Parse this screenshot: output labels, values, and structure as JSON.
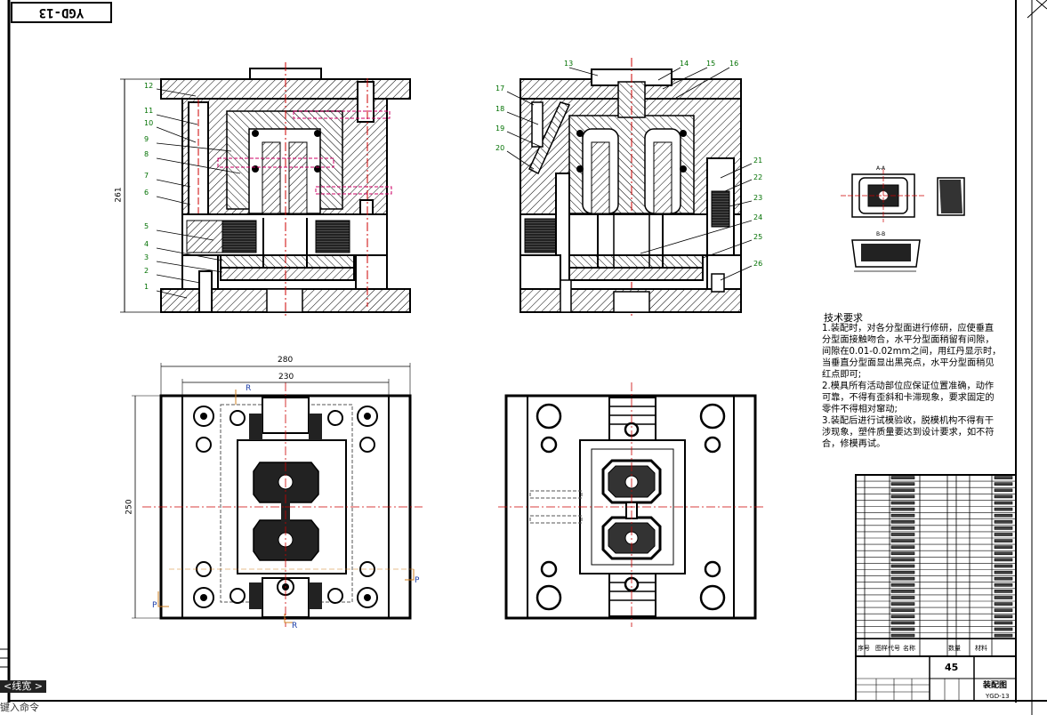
{
  "drawing": {
    "title_block_code": "YGD-13",
    "part_numbers_left": [
      "12",
      "11",
      "10",
      "9",
      "8",
      "7",
      "6",
      "5",
      "4",
      "3",
      "2",
      "1"
    ],
    "part_numbers_right_top": [
      "13",
      "14",
      "15",
      "16"
    ],
    "part_numbers_right_left": [
      "17",
      "18",
      "19",
      "20"
    ],
    "part_numbers_right_right": [
      "21",
      "22",
      "23",
      "24",
      "25",
      "26"
    ],
    "dim_height": "261",
    "dim_width_outer": "280",
    "dim_width_inner": "230",
    "dim_plan_height": "250",
    "section_marks": {
      "r_top": "R",
      "r_bottom": "R",
      "p_left": "P",
      "p_right": "P"
    },
    "detail_marks": {
      "a": "A-A",
      "b": "B-B"
    }
  },
  "tech_requirements": {
    "title": "技术要求",
    "lines": [
      "1.装配时，对各分型面进行修研，应使垂直",
      "分型面接触吻合，水平分型面稍留有间隙，",
      "间隙在0.01-0.02mm之间，用红丹显示时，",
      "当垂直分型面显出黑亮点，水平分型面稍见",
      "红点即可;",
      "2.模具所有活动部位应保证位置准确，动作",
      "可靠，不得有歪斜和卡滞现象，要求固定的",
      "零件不得相对窜动;",
      "3.装配后进行试模验收，脱模机构不得有干",
      "涉现象，塑件质量要达到设计要求，如不符",
      "合，修模再试。"
    ]
  },
  "title_block": {
    "scale_label": "45",
    "drawing_name": "装配图",
    "drawing_code": "YGD-13",
    "headers": [
      "序号",
      "图样代号",
      "名称",
      "数量",
      "材料"
    ]
  },
  "command_line": {
    "tab_label": "<线宽 >",
    "prompt": "键入命令"
  }
}
